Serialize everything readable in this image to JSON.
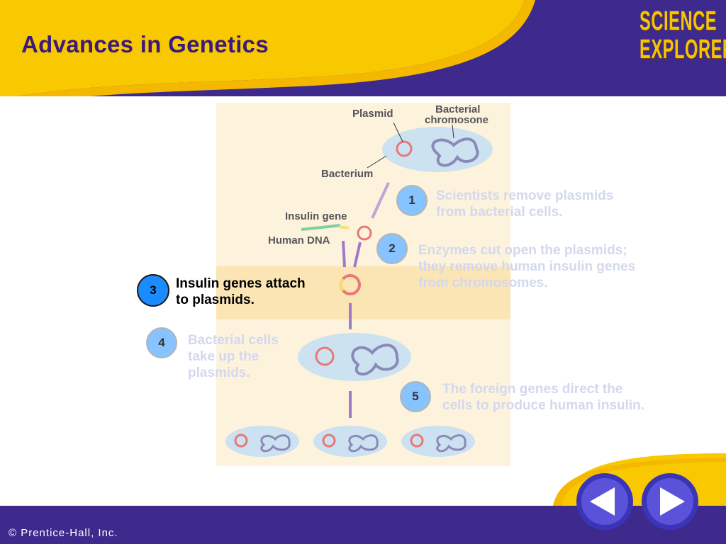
{
  "header": {
    "title": "Advances in Genetics",
    "logo_line1": "SCIENCE",
    "logo_line2": "EXPLORER"
  },
  "footer": {
    "copyright": "© Prentice-Hall, Inc."
  },
  "diagram": {
    "labels": {
      "plasmid": "Plasmid",
      "bacterial_chromosome_1": "Bacterial",
      "bacterial_chromosome_2": "chromosone",
      "bacterium": "Bacterium",
      "insulin_gene": "Insulin gene",
      "human_dna": "Human DNA"
    }
  },
  "steps": [
    {
      "number": "1",
      "line1": "Scientists remove plasmids",
      "line2": "from bacterial cells.",
      "line3": ""
    },
    {
      "number": "2",
      "line1": "Enzymes cut open the plasmids;",
      "line2": "they remove human insulin genes",
      "line3": "from chromosomes."
    },
    {
      "number": "3",
      "line1": "Insulin genes attach",
      "line2": "to plasmids.",
      "line3": ""
    },
    {
      "number": "4",
      "line1": "Bacterial cells",
      "line2": "take up the",
      "line3": "plasmids."
    },
    {
      "number": "5",
      "line1": "The foreign genes direct the",
      "line2": "cells to produce human insulin.",
      "line3": ""
    }
  ],
  "active_step": "3",
  "navigation": {
    "previous_icon": "triangle-left-icon",
    "next_icon": "triangle-right-icon"
  },
  "colors": {
    "header_yellow": "#f8c800",
    "purple": "#3d2a8c",
    "title": "#3a1a7a",
    "panel": "#fdf3dc",
    "active_band": "#fbe5b4",
    "active_step": "#1a8cff",
    "inactive_step": "#86c3ff"
  }
}
